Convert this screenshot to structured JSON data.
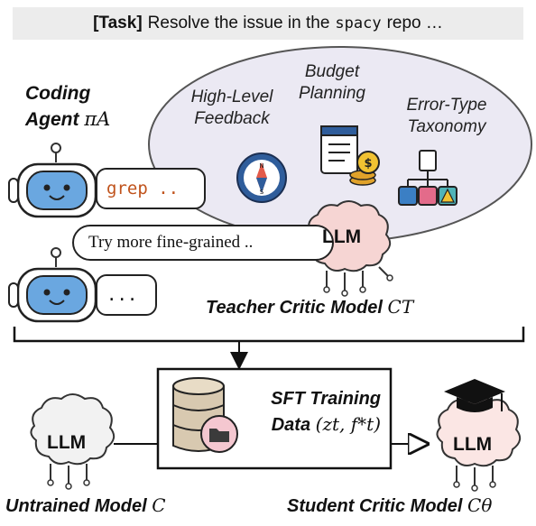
{
  "task": {
    "prefix": "[Task]",
    "text_before": "Resolve the issue in the",
    "repo": "spacy",
    "text_after": "repo …"
  },
  "agent": {
    "title_line1": "Coding",
    "title_line2": "Agent",
    "symbol": "πA",
    "command1": "grep ..",
    "command2": "...",
    "command1_color": "#c0531c"
  },
  "critic_features": {
    "feedback": [
      "High-Level",
      "Feedback"
    ],
    "budget": [
      "Budget",
      "Planning"
    ],
    "taxonomy": [
      "Error-Type",
      "Taxonomy"
    ]
  },
  "feedback_bubble": "Try more fine-grained ..",
  "llm_label": "LLM",
  "teacher": {
    "label": "Teacher Critic Model",
    "symbol": "CT"
  },
  "sft": {
    "line1": "SFT Training",
    "line2": "Data",
    "symbol": "(zt, f*t)"
  },
  "untrained": {
    "label": "Untrained Model",
    "symbol": "C"
  },
  "student": {
    "label": "Student Critic Model",
    "symbol": "Cθ"
  },
  "colors": {
    "ellipse_fill": "#ebe9f3",
    "teacher_brain": "#f6d5d3",
    "student_brain": "#fbe6e4",
    "untrained_brain": "#f2f2f2",
    "robot_face": "#6aa7e0",
    "database": "#d8c9b0",
    "folder": "#e6a3ad"
  },
  "icons": [
    "robot-icon",
    "compass-icon",
    "budget-icon",
    "taxonomy-icon",
    "brain-icon",
    "database-icon",
    "folder-icon",
    "graduation-cap-icon"
  ]
}
